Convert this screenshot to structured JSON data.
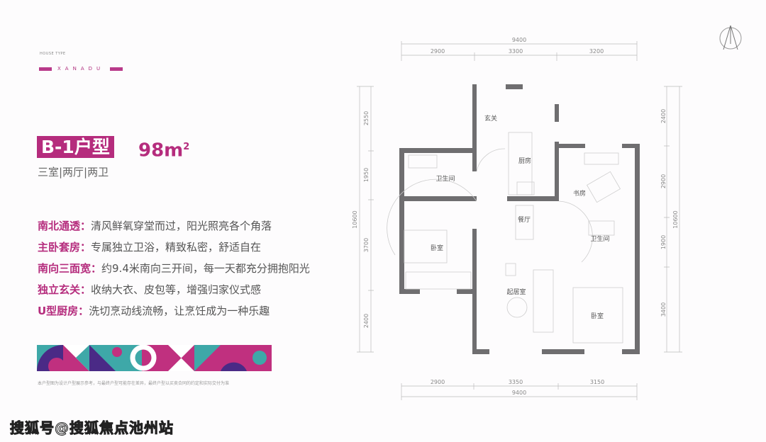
{
  "header": {
    "house_type": "HOUSE TYPE",
    "brand": "XANADU"
  },
  "unit": {
    "name": "B-1户型",
    "area": "98m",
    "area_sup": "2",
    "layout": "三室|两厅|两卫"
  },
  "features": [
    {
      "key": "南北通透：",
      "value": "清风鲜氧穿堂而过，阳光照亮各个角落"
    },
    {
      "key": "主卧套房：",
      "value": "专属独立卫浴，精致私密，舒适自在"
    },
    {
      "key": "南向三面宽：",
      "value": "约9.4米南向三开间，每一天都充分拥抱阳光"
    },
    {
      "key": "独立玄关：",
      "value": "收纳大衣、皮包等，增强归家仪式感"
    },
    {
      "key": "U型厨房：",
      "value": "洗切烹动线流畅，让烹饪成为一种乐趣"
    }
  ],
  "disclaimer": "本户型图为设计户型展示参考，与最终户型可能存在差异，最终户型以买卖合同的约定和实际交付为准",
  "watermark": "搜狐号@搜狐焦点池州站",
  "plan": {
    "top_total": "9400",
    "top_dims": [
      "2900",
      "3300",
      "3200"
    ],
    "bottom_total": "9400",
    "bottom_dims": [
      "2900",
      "3350",
      "3150"
    ],
    "left_total": "10600",
    "left_dims": [
      "2550",
      "1950",
      "3700",
      "2400"
    ],
    "right_total": "10600",
    "right_dims": [
      "2400",
      "2900",
      "1900",
      "3400"
    ],
    "rooms": {
      "entry": "玄关",
      "kitchen": "厨房",
      "bath_left": "卫生间",
      "study": "书房",
      "dining": "餐厅",
      "bath_right": "卫生间",
      "bedroom_left": "卧室",
      "living": "起居室",
      "bedroom_right": "卧室"
    }
  },
  "colors": {
    "accent": "#b52c7d",
    "wall": "#6f6e70",
    "purple": "#4a2a86",
    "teal": "#3ea8a8"
  }
}
